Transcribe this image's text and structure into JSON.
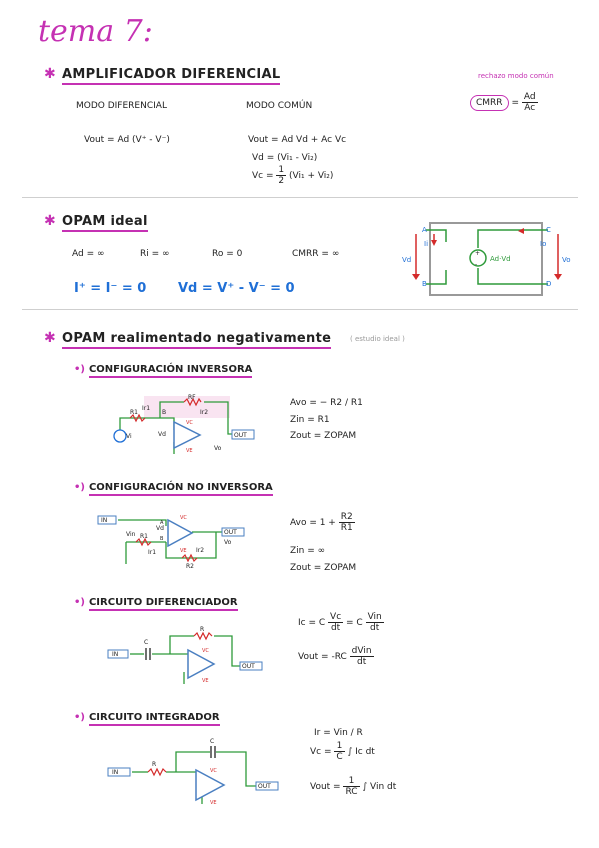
{
  "title": "tema 7:",
  "s1": {
    "heading": "AMPLIFICADOR DIFERENCIAL",
    "mode_diff": "MODO DIFERENCIAL",
    "mode_common": "MODO COMÚN",
    "vout_diff": "Vout = Ad (V⁺ - V⁻)",
    "vout_common": "Vout = Ad Vd + Ac Vc",
    "vd": "Vd = (Vi₁ - Vi₂)",
    "vc_pre": "Vc =",
    "vc_num": "1",
    "vc_den": "2",
    "vc_post": "(Vi₁ + Vi₂)",
    "rechazo": "rechazo modo común",
    "cmrr": "CMRR",
    "cmrr_eq": "=",
    "cmrr_num": "Ad",
    "cmrr_den": "Ac"
  },
  "s2": {
    "heading": "OPAM ideal",
    "ad": "Ad = ∞",
    "ri": "Ri = ∞",
    "ro": "Ro = 0",
    "cmrr": "CMRR = ∞",
    "currents": "I⁺ = I⁻ = 0",
    "vd": "Vd = V⁺ - V⁻ = 0",
    "diagram": {
      "A": "A",
      "B": "B",
      "C": "C",
      "D": "D",
      "Ii": "Ii",
      "Io": "Io",
      "Vd": "Vd",
      "Vo": "Vo",
      "source": "Ad·Vd",
      "plus": "+",
      "minus": "-"
    }
  },
  "s3": {
    "heading": "OPAM realimentado negativamente",
    "note": "( estudio ideal )",
    "inv": {
      "heading": "CONFIGURACIÓN INVERSORA",
      "avo": "Avo = − R2 / R1",
      "zin": "Zin = R1",
      "zout": "Zout = ZOPAM",
      "labels": {
        "rf": "RF",
        "r1": "R1",
        "ir1": "Ir1",
        "ir2": "Ir2",
        "b": "B",
        "vi": "Vi",
        "vd": "Vd",
        "out": "OUT",
        "vo": "Vo",
        "vc": "VC",
        "ve": "VE"
      }
    },
    "noninv": {
      "heading": "CONFIGURACIÓN NO INVERSORA",
      "avo_pre": "Avo = 1 +",
      "avo_num": "R2",
      "avo_den": "R1",
      "zin": "Zin = ∞",
      "zout": "Zout = ZOPAM",
      "labels": {
        "in": "IN",
        "vin": "Vin",
        "vd": "Vd",
        "r1": "R1",
        "r2": "R2",
        "ir1": "Ir1",
        "ir2": "Ir2",
        "a": "A",
        "b": "B",
        "out": "OUT",
        "vo": "Vo",
        "vc": "VC",
        "ve": "VE"
      }
    },
    "diff": {
      "heading": "CIRCUITO DIFERENCIADOR",
      "ic_pre": "Ic = C",
      "ic_n1": "Vc",
      "ic_d1": "dt",
      "ic_mid": "= C",
      "ic_n2": "Vin",
      "ic_d2": "dt",
      "vout_pre": "Vout = -RC",
      "vout_num": "dVin",
      "vout_den": "dt",
      "labels": {
        "in": "IN",
        "c": "C",
        "r": "R",
        "out": "OUT",
        "vc": "VC",
        "ve": "VE"
      }
    },
    "integ": {
      "heading": "CIRCUITO INTEGRADOR",
      "ir": "Ir = Vin / R",
      "vc_pre": "Vc =",
      "vc_num": "1",
      "vc_den": "C",
      "vc_post": "∫ Ic dt",
      "vout_pre": "Vout =",
      "vout_num": "1",
      "vout_den": "RC",
      "vout_post": "∫ Vin dt",
      "labels": {
        "in": "IN",
        "c": "C",
        "r": "R",
        "out": "OUT",
        "vc": "VC",
        "ve": "VE"
      }
    }
  },
  "colors": {
    "accent": "#c531b3",
    "blue": "#1f6fd6",
    "wire": "#2e9a3a",
    "red": "#d42a2a",
    "chip": "#4a7fc1"
  }
}
